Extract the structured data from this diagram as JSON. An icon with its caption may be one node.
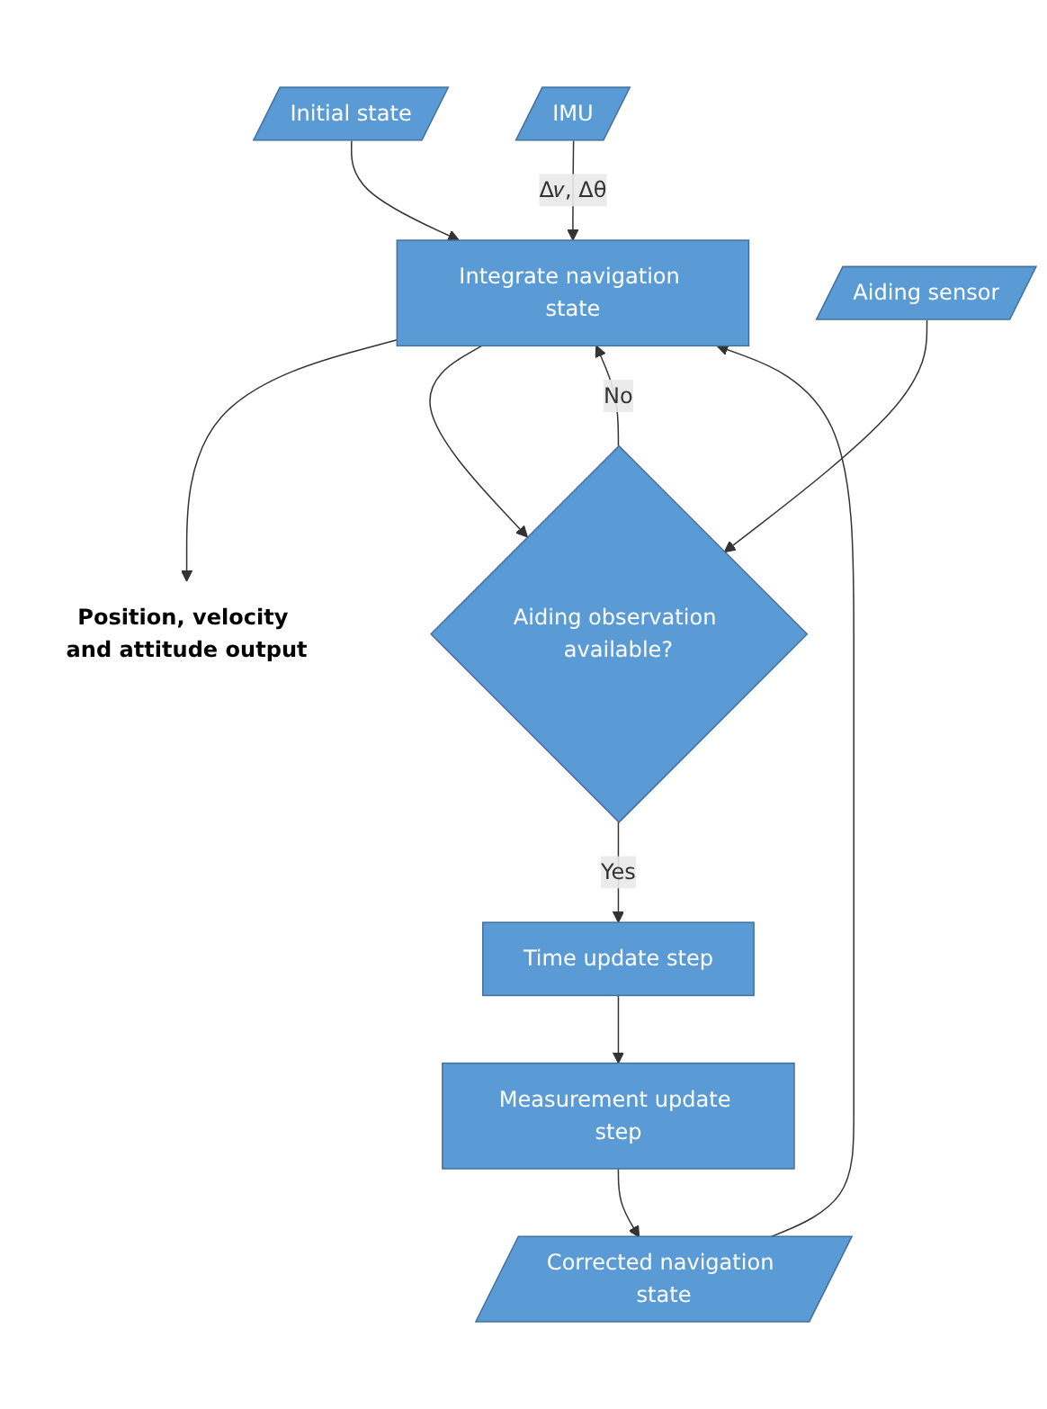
{
  "diagram": {
    "nodes": [
      {
        "text": [
          "Initial state"
        ]
      },
      {
        "text": [
          "Integrate navigation state"
        ]
      },
      {
        "text": [
          "IMU"
        ]
      },
      {
        "text": [
          "Position, velocity and attitude output"
        ]
      },
      {
        "text": [
          "Aiding observation available?"
        ]
      },
      {
        "text": [
          "Aiding sensor"
        ]
      },
      {
        "text": [
          "Time update step"
        ]
      },
      {
        "text": [
          "Measurement update step"
        ]
      },
      {
        "text": [
          "Corrected navigation state"
        ]
      }
    ],
    "edges": [
      {
        "from": 0,
        "to": 1,
        "arrow": "to"
      },
      {
        "from": 2,
        "to": 1,
        "arrow": "to",
        "label": "Δ𝑣, Δθ"
      },
      {
        "from": 1,
        "to": 3,
        "arrow": "to"
      },
      {
        "from": 1,
        "to": 4,
        "arrow": "to"
      },
      {
        "from": 4,
        "to": 1,
        "arrow": "to",
        "label": "No"
      },
      {
        "from": 5,
        "to": 4,
        "arrow": "to"
      },
      {
        "from": 4,
        "to": 6,
        "arrow": "to",
        "label": "Yes"
      },
      {
        "from": 6,
        "to": 7,
        "arrow": "to"
      },
      {
        "from": 7,
        "to": 8,
        "arrow": "to"
      },
      {
        "from": 8,
        "to": 1,
        "arrow": "to"
      }
    ]
  }
}
